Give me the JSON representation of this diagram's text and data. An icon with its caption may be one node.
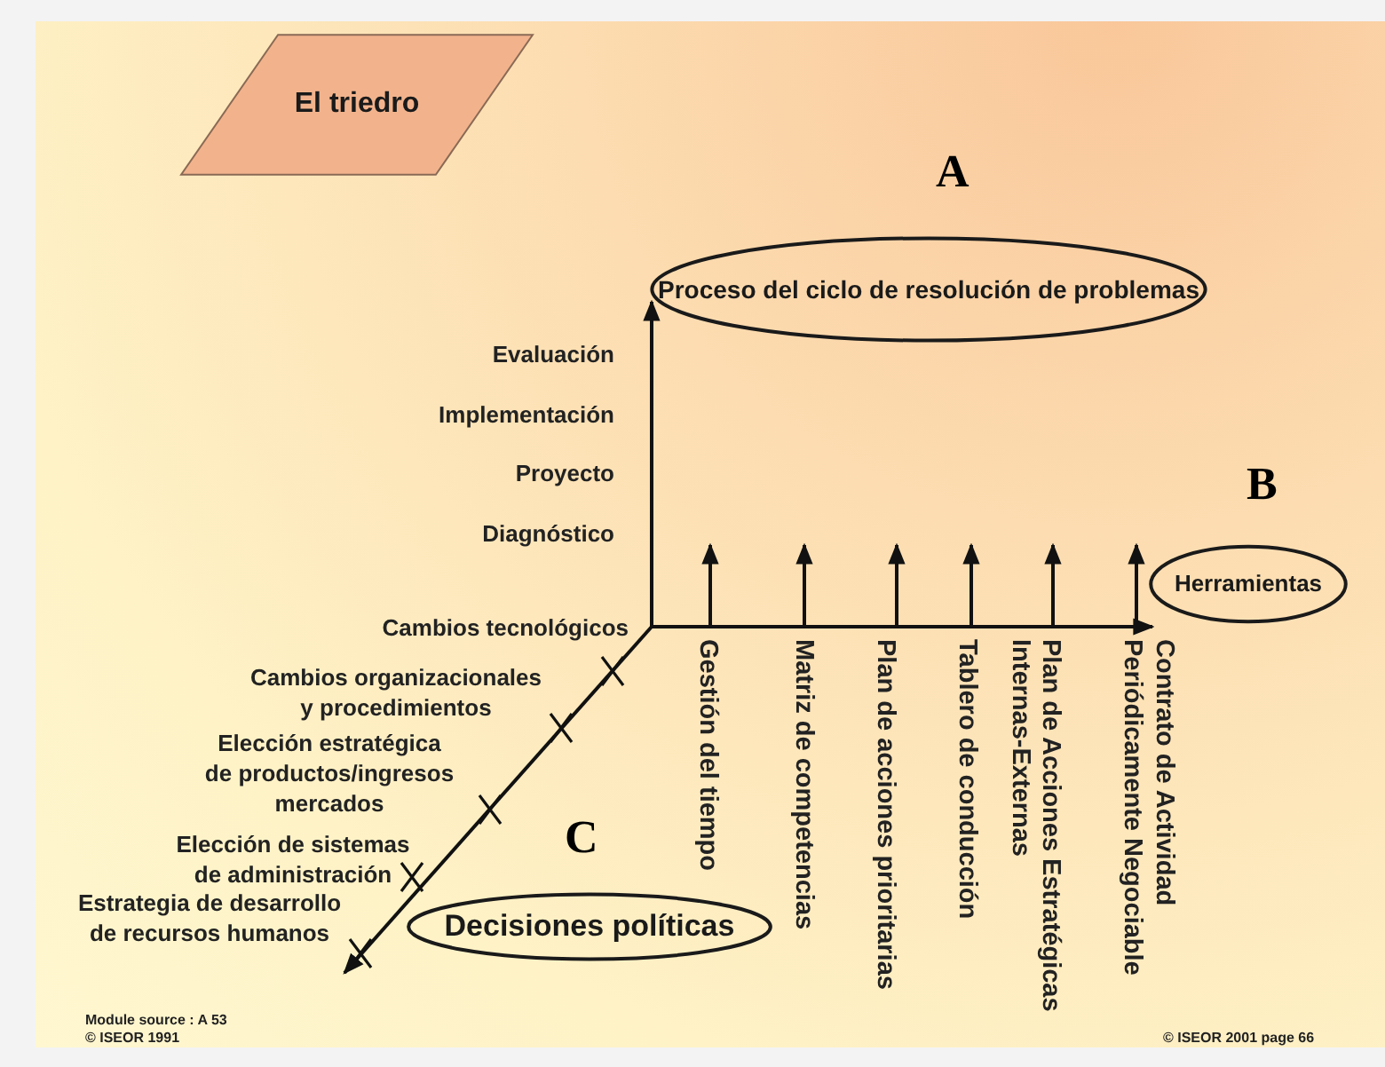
{
  "diagram": {
    "nodes": [
      {
        "text": [
          "El triedro"
        ]
      },
      {
        "text": [
          "Proceso del ciclo de resolución de problemas"
        ]
      },
      {
        "text": [
          "Herramientas"
        ]
      },
      {
        "text": [
          "Decisiones políticas"
        ]
      }
    ],
    "edges": [
      {
        "from": null,
        "to": 1,
        "arrow": "to"
      },
      {
        "from": null,
        "to": 2,
        "arrow": "to"
      },
      {
        "from": null,
        "to": 3,
        "arrow": "to"
      }
    ],
    "labels": [
      "A",
      "Evaluación",
      "Implementación",
      "Proyecto",
      "Diagnóstico",
      "B",
      "Cambios tecnológicos",
      "Cambios organizacionales y procedimientos",
      "Elección estratégica de productos/ingresos mercados",
      "Elección de sistemas de administración",
      "C",
      "Estrategia de desarrollo de recursos humanos",
      "Gestión del tiempo",
      "Matriz de competencias",
      "Plan de acciones prioritarias",
      "Tablero de conducción",
      "Plan de Acciones Estratégicas Internas-Externas",
      "Periódicamente Negociable",
      "Contrato de Actividad",
      "Module source : A 53",
      "© ISEOR 1991",
      "© ISEOR 2001 page 66"
    ]
  }
}
